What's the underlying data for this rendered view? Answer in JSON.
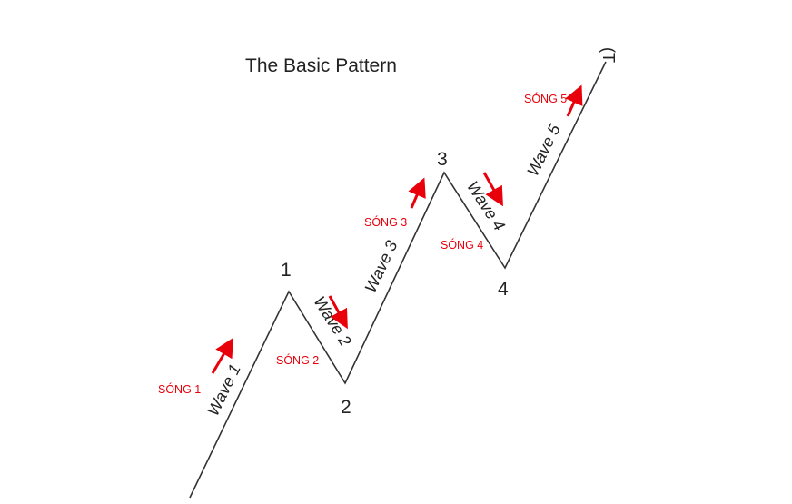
{
  "diagram": {
    "title": "The Basic Pattern",
    "points": [
      "1",
      "2",
      "3",
      "4"
    ],
    "waves": [
      "Wave 1",
      "Wave 2",
      "Wave 3",
      "Wave 4",
      "Wave 5"
    ],
    "song_labels": [
      "SÓNG 1",
      "SÓNG 2",
      "SÓNG 3",
      "SÓNG 4",
      "SÓNG 5"
    ],
    "cut_label": "(T",
    "line_color": "#333333",
    "annotation_color": "#e8000b"
  }
}
